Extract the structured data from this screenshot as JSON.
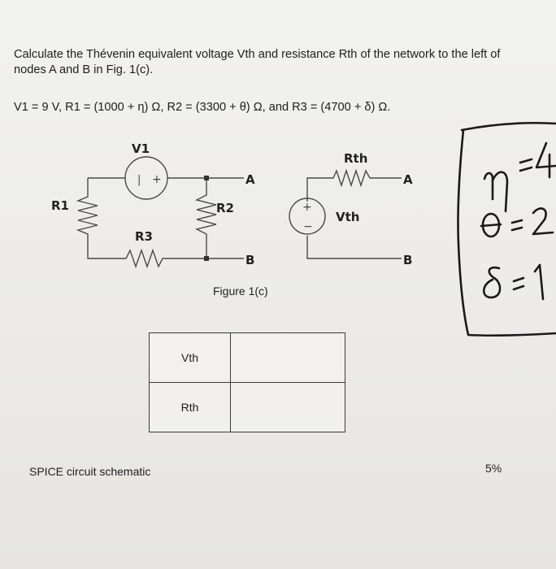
{
  "question": {
    "text": "Calculate the Thévenin equivalent voltage Vth and resistance Rth of the network to the left of nodes A and B in Fig. 1(c).",
    "given": "V1 = 9 V, R1 = (1000 + η) Ω, R2 = (3300 + θ) Ω, and R3 = (4700 + δ) Ω."
  },
  "circuit_left": {
    "v1_label": "V1",
    "r1_label": "R1",
    "r2_label": "R2",
    "r3_label": "R3",
    "node_a": "A",
    "node_b": "B",
    "source_plus": "+",
    "source_minus": "|"
  },
  "circuit_right": {
    "rth_label": "Rth",
    "vth_label": "Vth",
    "node_a": "A",
    "node_b": "B",
    "source_plus": "+",
    "source_minus": "−"
  },
  "figure_caption": "Figure 1(c)",
  "answer_table": {
    "rows": [
      {
        "label": "Vth",
        "value": ""
      },
      {
        "label": "Rth",
        "value": ""
      }
    ]
  },
  "footer": {
    "spice": "SPICE circuit schematic",
    "weight": "5%"
  },
  "handwritten_note": {
    "eta": "η = 4",
    "theta": "θ = 2",
    "delta": "δ = 1"
  }
}
